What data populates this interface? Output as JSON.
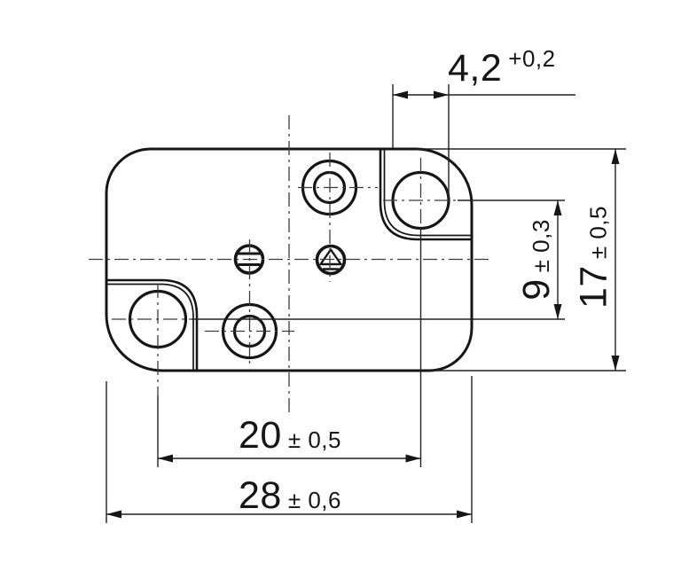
{
  "drawing": {
    "type": "technical-part-drawing",
    "dimensions": {
      "hole_diameter_top": {
        "value": "4,2",
        "tolerance": "+0,2"
      },
      "hole_center_vertical_spacing": {
        "value": "9",
        "tolerance": "± 0,3"
      },
      "plate_height": {
        "value": "17",
        "tolerance": "± 0,5"
      },
      "hole_center_horizontal_spacing": {
        "value": "20",
        "tolerance": "± 0,5"
      },
      "plate_width": {
        "value": "28",
        "tolerance": "± 0,6"
      }
    },
    "colors": {
      "line": "#161616",
      "centerline": "#3c3c3c",
      "background": "#ffffff"
    },
    "features": [
      "rounded-rectangular-plate",
      "stepped-corner-top-right-with-hole",
      "stepped-corner-bottom-left-with-hole",
      "counterbore-hole-top",
      "counterbore-hole-bottom",
      "serrated-pin-symbol",
      "triangle-pin-symbol"
    ]
  }
}
